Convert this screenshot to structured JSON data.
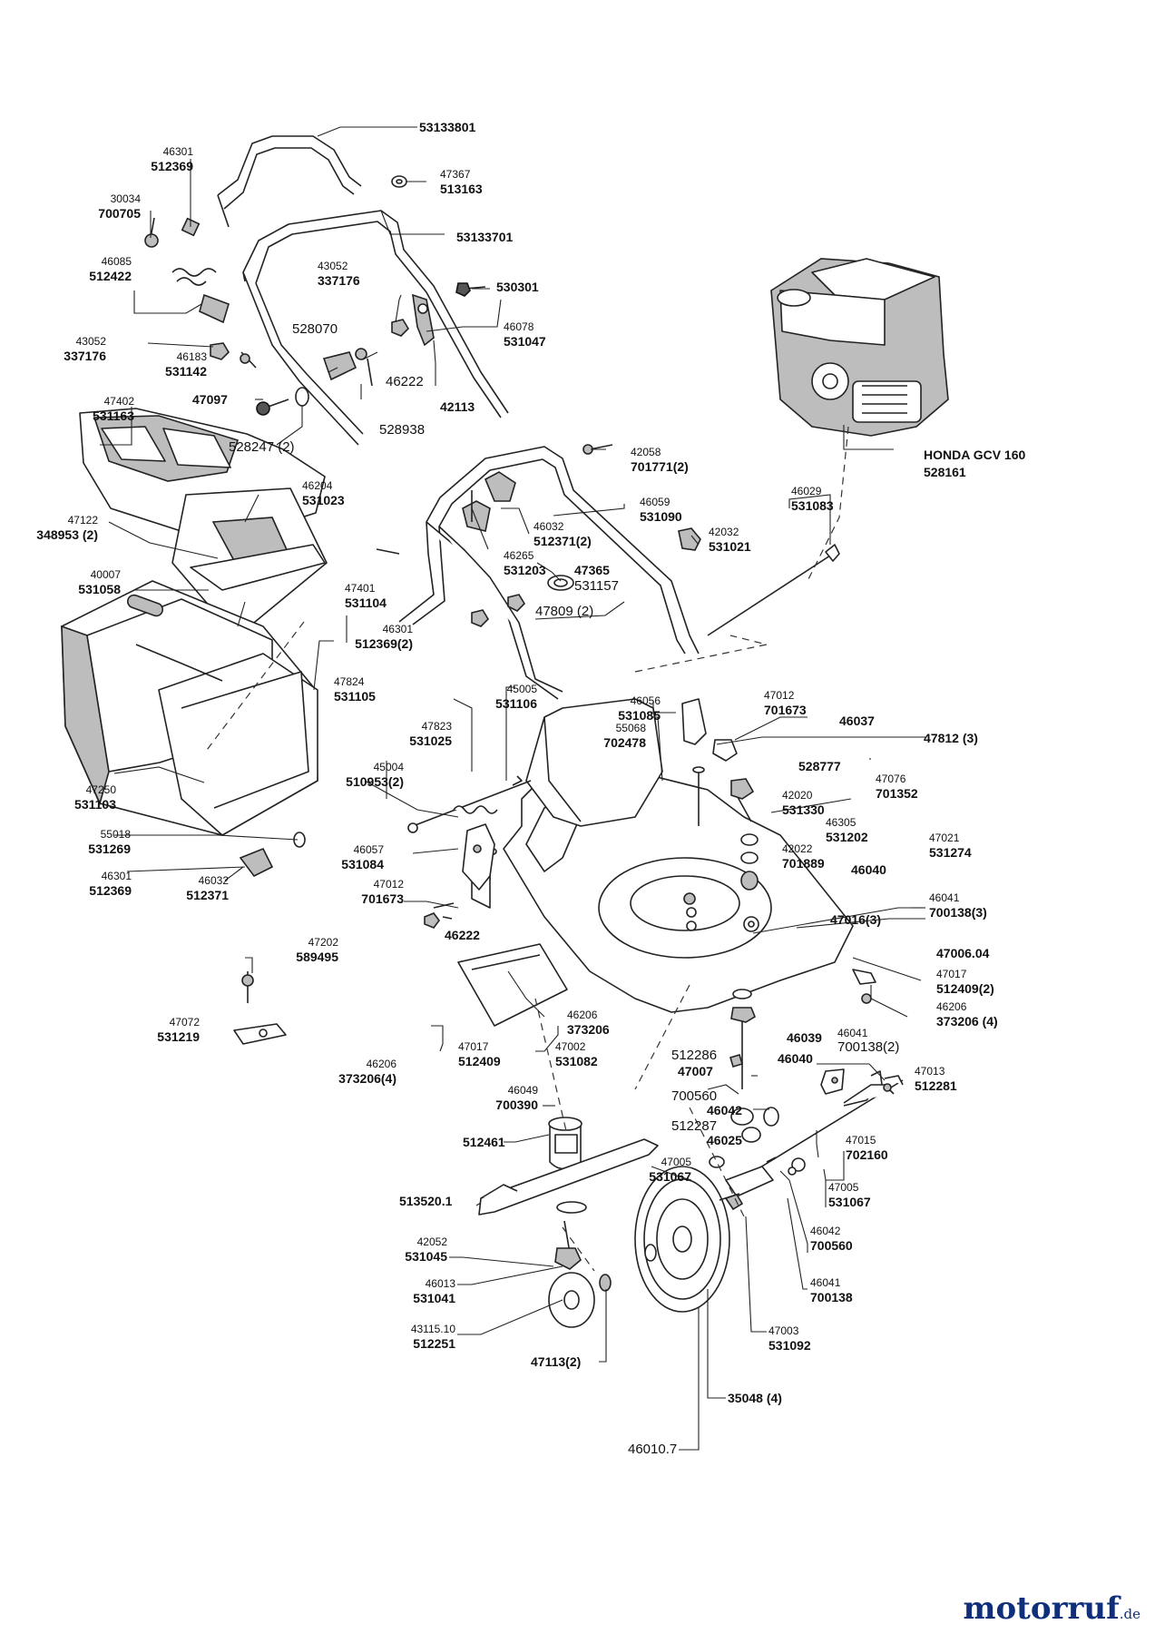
{
  "labels": {
    "l01": {
      "num": "53133801"
    },
    "l02": {
      "ref": "46301",
      "num": "512369"
    },
    "l03": {
      "ref": "47367",
      "num": "513163"
    },
    "l04": {
      "ref": "30034",
      "num": "700705"
    },
    "l05": {
      "num": "53133701"
    },
    "l06": {
      "ref": "43052",
      "num": "337176"
    },
    "l07": {
      "ref": "46085",
      "num": "512422"
    },
    "l08": {
      "num": "530301"
    },
    "l09": {
      "ref": "46078",
      "num": "531047"
    },
    "l10": {
      "plain": "528070"
    },
    "l11": {
      "ref": "43052",
      "num": "337176"
    },
    "l12": {
      "ref": "46183",
      "num": "531142"
    },
    "l13": {
      "plain": "46222"
    },
    "l14": {
      "num": "42113"
    },
    "l15": {
      "num": "47097"
    },
    "l16": {
      "plain": "528938"
    },
    "l17": {
      "ref": "47402",
      "num": "531163"
    },
    "l18": {
      "plain": "528247 (2)"
    },
    "l19": {
      "ref": "42058",
      "num": "701771(2)"
    },
    "l20": {
      "num": "HONDA GCV 160"
    },
    "l21": {
      "num": "528161"
    },
    "l22": {
      "ref": "46204",
      "num": "531023"
    },
    "l23": {
      "ref": "46059",
      "num": "531090"
    },
    "l24": {
      "ref": "46029",
      "num": "531083"
    },
    "l25": {
      "ref": "47122",
      "num": "348953 (2)"
    },
    "l26": {
      "ref": "46032",
      "num": "512371(2)"
    },
    "l27": {
      "ref": "42032",
      "num": "531021"
    },
    "l28": {
      "ref": "40007",
      "num": "531058"
    },
    "l29": {
      "ref": "46265",
      "num": "531203"
    },
    "l30": {
      "num": "47365"
    },
    "l31": {
      "plain": "531157"
    },
    "l32": {
      "ref": "47401",
      "num": "531104"
    },
    "l33": {
      "plain": "47809 (2)"
    },
    "l34": {
      "ref": "46301",
      "num": "512369(2)"
    },
    "l35": {
      "ref": "47824",
      "num": "531105"
    },
    "l36": {
      "ref": "45005",
      "num": "531106"
    },
    "l37": {
      "ref": "46056",
      "num": "531085"
    },
    "l38": {
      "ref": "47012",
      "num": "701673"
    },
    "l39": {
      "num": "46037"
    },
    "l40": {
      "ref": "47823",
      "num": "531025"
    },
    "l41": {
      "ref": "55068",
      "num": "702478"
    },
    "l42": {
      "num": "47812 (3)"
    },
    "l43": {
      "num": "528777"
    },
    "l44": {
      "ref": "47076",
      "num": "701352"
    },
    "l45": {
      "ref": "45004",
      "num": "510953(2)"
    },
    "l46": {
      "ref": "47250",
      "num": "531103"
    },
    "l47": {
      "ref": "42020",
      "num": "531330"
    },
    "l48": {
      "ref": "46305",
      "num": "531202"
    },
    "l49": {
      "ref": "47021",
      "num": "531274"
    },
    "l50": {
      "ref": "55018",
      "num": "531269"
    },
    "l51": {
      "ref": "42022",
      "num": "701889"
    },
    "l52": {
      "num": "46040"
    },
    "l53": {
      "ref": "46057",
      "num": "531084"
    },
    "l54": {
      "ref": "46301",
      "num": "512369"
    },
    "l55": {
      "ref": "46032",
      "num": "512371"
    },
    "l56": {
      "ref": "47012",
      "num": "701673"
    },
    "l57": {
      "ref": "46041",
      "num": "700138(3)"
    },
    "l58": {
      "num": "47016(3)"
    },
    "l59": {
      "num": "46222"
    },
    "l60": {
      "num": "47006.04"
    },
    "l61": {
      "ref": "47202",
      "num": "589495"
    },
    "l62": {
      "ref": "47017",
      "num": "512409(2)"
    },
    "l63": {
      "ref": "46206",
      "num": "373206 (4)"
    },
    "l64": {
      "ref": "46206",
      "num": "373206"
    },
    "l65": {
      "ref": "47072",
      "num": "531219"
    },
    "l66": {
      "num": "46039"
    },
    "l67": {
      "ref": "46041",
      "plain": "700138(2)"
    },
    "l68": {
      "ref": "47017",
      "num": "512409"
    },
    "l69": {
      "ref": "47002",
      "num": "531082"
    },
    "l70": {
      "plain": "512286"
    },
    "l71": {
      "num": "46040"
    },
    "l72": {
      "num": "47007"
    },
    "l73": {
      "ref": "47013",
      "num": "512281"
    },
    "l74": {
      "ref": "46206",
      "num": "373206(4)"
    },
    "l75": {
      "ref": "46049",
      "num": "700390"
    },
    "l76": {
      "plain": "700560"
    },
    "l77": {
      "num": "46042"
    },
    "l78": {
      "plain": "512287"
    },
    "l79": {
      "num": "46025"
    },
    "l80": {
      "ref": "47015",
      "num": "702160"
    },
    "l81": {
      "num": "512461"
    },
    "l82": {
      "ref": "47005",
      "num": "531067"
    },
    "l83": {
      "ref": "47005",
      "num": "531067"
    },
    "l84": {
      "num": "513520.1"
    },
    "l85": {
      "ref": "46042",
      "num": "700560"
    },
    "l86": {
      "ref": "42052",
      "num": "531045"
    },
    "l87": {
      "ref": "46041",
      "num": "700138"
    },
    "l88": {
      "ref": "46013",
      "num": "531041"
    },
    "l89": {
      "ref": "43115.10",
      "num": "512251"
    },
    "l90": {
      "ref": "47003",
      "num": "531092"
    },
    "l91": {
      "num": "47113(2)"
    },
    "l92": {
      "num": "35048 (4)"
    },
    "l93": {
      "plain": "46010.7"
    }
  },
  "watermark": {
    "main": "motor",
    "o": "o",
    "rest": "ruf",
    "tld": ".de"
  }
}
